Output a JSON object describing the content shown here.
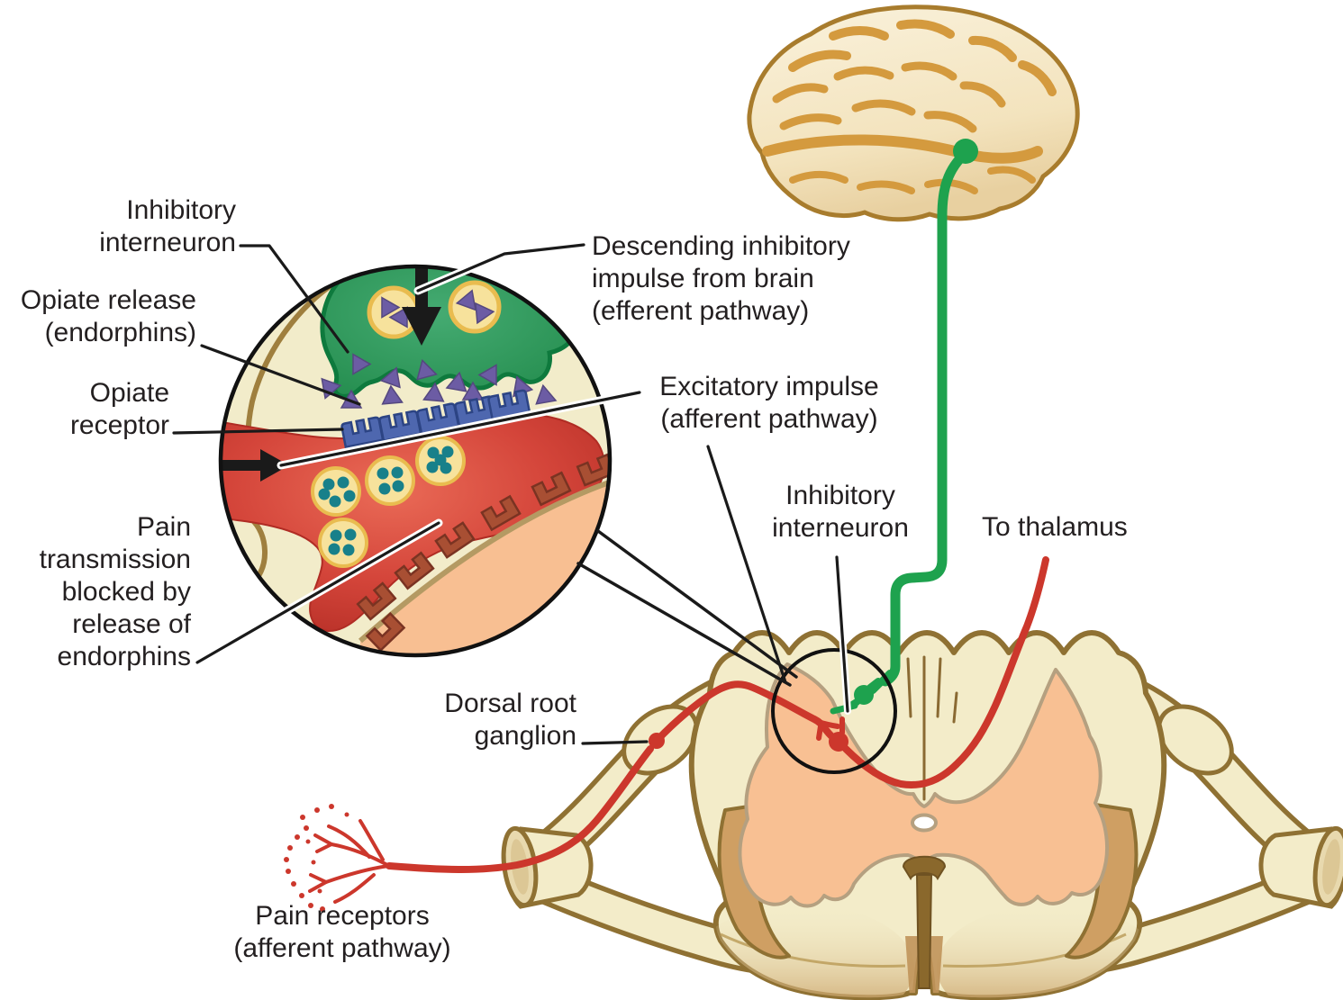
{
  "labels": {
    "inset_inhibitory_interneuron": "Inhibitory\ninterneuron",
    "opiate_release": "Opiate release\n(endorphins)",
    "opiate_receptor": "Opiate\nreceptor",
    "pain_transmission": "Pain\ntransmission\nblocked by\nrelease of\nendorphins",
    "descending_impulse": "Descending inhibitory\nimpulse from brain\n(efferent pathway)",
    "excitatory_impulse": "Excitatory impulse\n(afferent pathway)",
    "cord_inhibitory_interneuron": "Inhibitory\ninterneuron",
    "to_thalamus": "To thalamus",
    "dorsal_root_ganglion": "Dorsal root\nganglion",
    "pain_receptors": "Pain receptors\n(afferent pathway)"
  },
  "palette": {
    "text_black": "#231f20",
    "efferent_green": "#1ea24e",
    "afferent_red": "#cc372c",
    "cord_cream": "#f3ecc9",
    "cord_outline": "#8f7133",
    "gray_matter_orange": "#f8c093",
    "vesicle_yellow": "#f7e29c",
    "vesicle_ring": "#e9bc4f",
    "endorphin_purple": "#6c5ca4",
    "opiate_receptor_blue": "#4e67af",
    "postsynaptic_receptor_brown": "#a84f33",
    "postsynaptic_cell_orange": "#f8bf92",
    "brain_cream": "#f6ead0",
    "brain_sulci_gold": "#d49a3e",
    "neurotransmitter_teal": "#18808a"
  }
}
